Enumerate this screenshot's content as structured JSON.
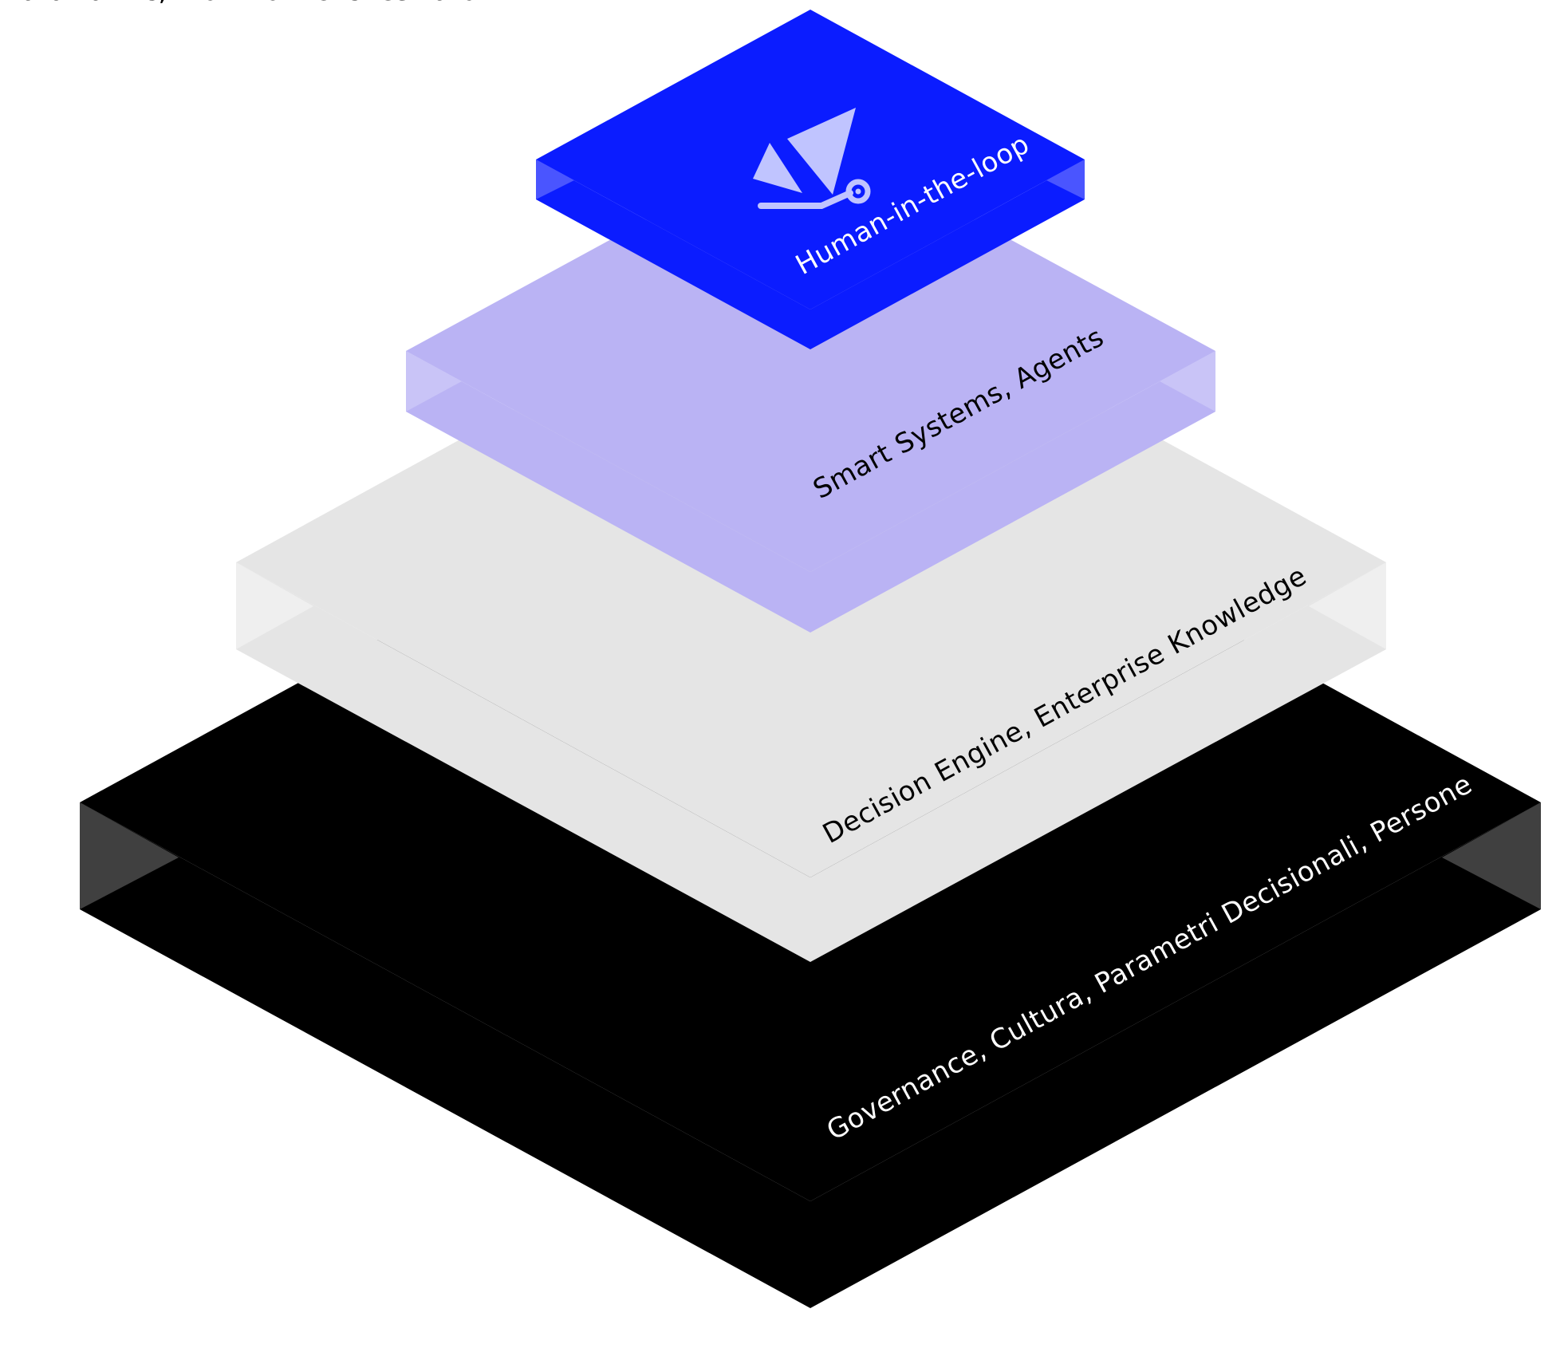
{
  "layers": [
    {
      "id": "governance",
      "lines": [
        "Governance, Cultura, Parametri Decisionali, Persone"
      ],
      "colors": {
        "top": "#000000",
        "side": "#000000",
        "notch": "#404040",
        "text": "#ffffff"
      }
    },
    {
      "id": "data-fabric",
      "lines": [
        "Data Fabric, Workflow Orchestrator",
        "Decision Engine, Enterprise Knowledge"
      ],
      "colors": {
        "top": "#e5e5e5",
        "side": "#e5e5e5",
        "notch": "#efefef",
        "text": "#000000"
      }
    },
    {
      "id": "smart-systems",
      "lines": [
        "Smart Systems, Agents"
      ],
      "colors": {
        "top": "#bab3f4",
        "side": "#bab3f4",
        "notch": "#c9c4f7",
        "text": "#000000"
      }
    },
    {
      "id": "human-in-the-loop",
      "lines": [
        "Human-in-the-loop"
      ],
      "colors": {
        "top": "#0b1cff",
        "side": "#0b1cff",
        "notch": "#4a55ff",
        "text": "#ffffff"
      },
      "icon": "human-in-the-loop-icon",
      "icon_color": "#c0c4ff"
    }
  ]
}
